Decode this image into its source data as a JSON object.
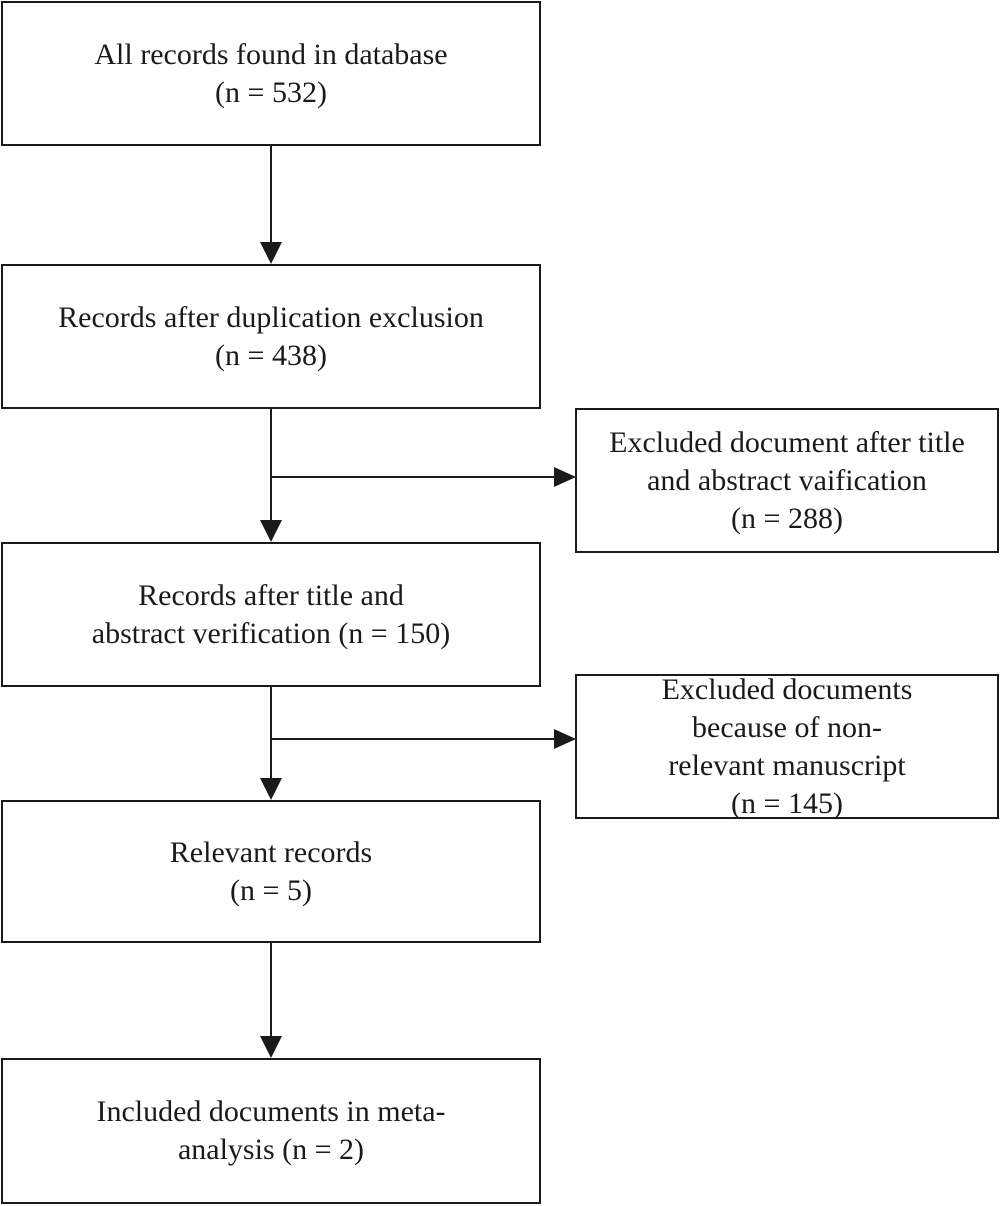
{
  "flowchart": {
    "nodes": [
      {
        "id": "all-records",
        "lines": [
          "All records found in database",
          "(n = 532)"
        ],
        "count": 532
      },
      {
        "id": "after-duplication",
        "lines": [
          "Records after duplication exclusion",
          "(n = 438)"
        ],
        "count": 438
      },
      {
        "id": "excluded-title-abstract",
        "lines": [
          "Excluded document after title",
          "and abstract vaification",
          "(n = 288)"
        ],
        "count": 288
      },
      {
        "id": "after-title-abstract",
        "lines": [
          "Records after title and",
          "abstract verification (n = 150)"
        ],
        "count": 150
      },
      {
        "id": "excluded-non-relevant",
        "lines": [
          "Excluded documents",
          "because of non-",
          "relevant manuscript",
          "(n = 145)"
        ],
        "count": 145
      },
      {
        "id": "relevant-records",
        "lines": [
          "Relevant records",
          "(n = 5)"
        ],
        "count": 5
      },
      {
        "id": "included-meta-analysis",
        "lines": [
          "Included documents in meta-",
          "analysis (n = 2)"
        ],
        "count": 2
      }
    ],
    "edges": [
      {
        "from": "all-records",
        "to": "after-duplication"
      },
      {
        "from": "after-duplication",
        "to": "after-title-abstract"
      },
      {
        "from": "after-duplication",
        "to": "excluded-title-abstract"
      },
      {
        "from": "after-title-abstract",
        "to": "relevant-records"
      },
      {
        "from": "after-title-abstract",
        "to": "excluded-non-relevant"
      },
      {
        "from": "relevant-records",
        "to": "included-meta-analysis"
      }
    ]
  }
}
